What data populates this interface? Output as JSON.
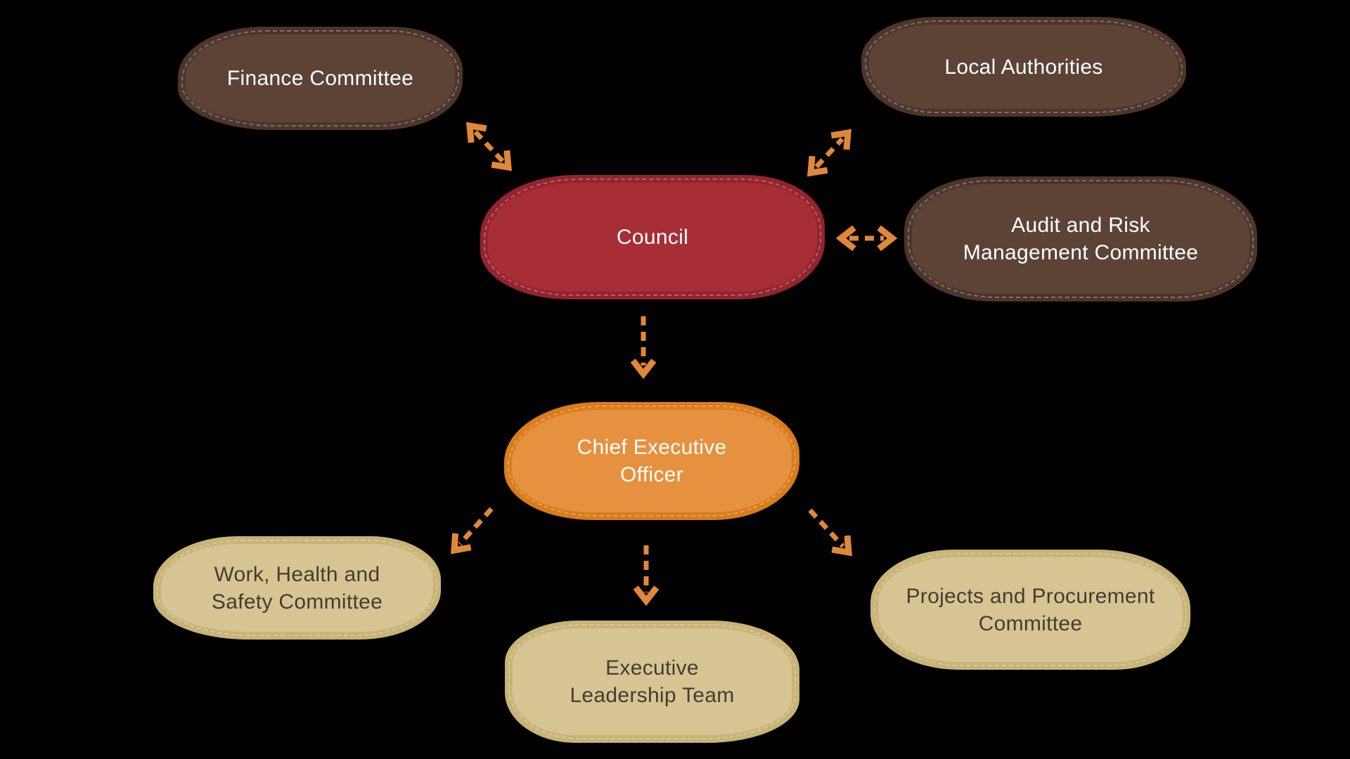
{
  "diagram": {
    "type": "org-chart",
    "background": "#000000",
    "arrow_color": "#E0883A"
  },
  "nodes": [
    {
      "id": "finance-committee",
      "label": "Finance Committee",
      "fill": "#5C4336",
      "border": "#4D352B",
      "text_color": "#FFFFFF"
    },
    {
      "id": "local-authorities",
      "label": "Local Authorities",
      "fill": "#5C4336",
      "border": "#4D352B",
      "text_color": "#FFFFFF"
    },
    {
      "id": "council",
      "label": "Council",
      "fill": "#A72D37",
      "border": "#93242E",
      "text_color": "#FFFFFF"
    },
    {
      "id": "audit-risk-management-committee",
      "label": "Audit and Risk Management Committee",
      "fill": "#5C4336",
      "border": "#4D352B",
      "text_color": "#FFFFFF"
    },
    {
      "id": "chief-executive-officer",
      "label": "Chief Executive Officer",
      "fill": "#E6913F",
      "border": "#D97C1C",
      "text_color": "#FFFFFF"
    },
    {
      "id": "work-health-safety-committee",
      "label": "Work, Health and Safety Committee",
      "fill": "#D6C493",
      "border": "#C8B478",
      "text_color": "#4A3A31"
    },
    {
      "id": "executive-leadership-team",
      "label": "Executive Leadership Team",
      "fill": "#D6C493",
      "border": "#C8B478",
      "text_color": "#4A3A31"
    },
    {
      "id": "projects-procurement-committee",
      "label": "Projects and Procurement Committee",
      "fill": "#D6C493",
      "border": "#C8B478",
      "text_color": "#4A3A31"
    }
  ],
  "connections": [
    {
      "from": "council",
      "to": "finance-committee",
      "direction": "bidirectional",
      "style": "dashed"
    },
    {
      "from": "council",
      "to": "local-authorities",
      "direction": "bidirectional",
      "style": "dashed"
    },
    {
      "from": "council",
      "to": "audit-risk-management-committee",
      "direction": "bidirectional",
      "style": "dashed"
    },
    {
      "from": "council",
      "to": "chief-executive-officer",
      "direction": "one-way",
      "style": "dashed"
    },
    {
      "from": "chief-executive-officer",
      "to": "work-health-safety-committee",
      "direction": "one-way",
      "style": "dashed"
    },
    {
      "from": "chief-executive-officer",
      "to": "executive-leadership-team",
      "direction": "one-way",
      "style": "dashed"
    },
    {
      "from": "chief-executive-officer",
      "to": "projects-procurement-committee",
      "direction": "one-way",
      "style": "dashed"
    }
  ]
}
